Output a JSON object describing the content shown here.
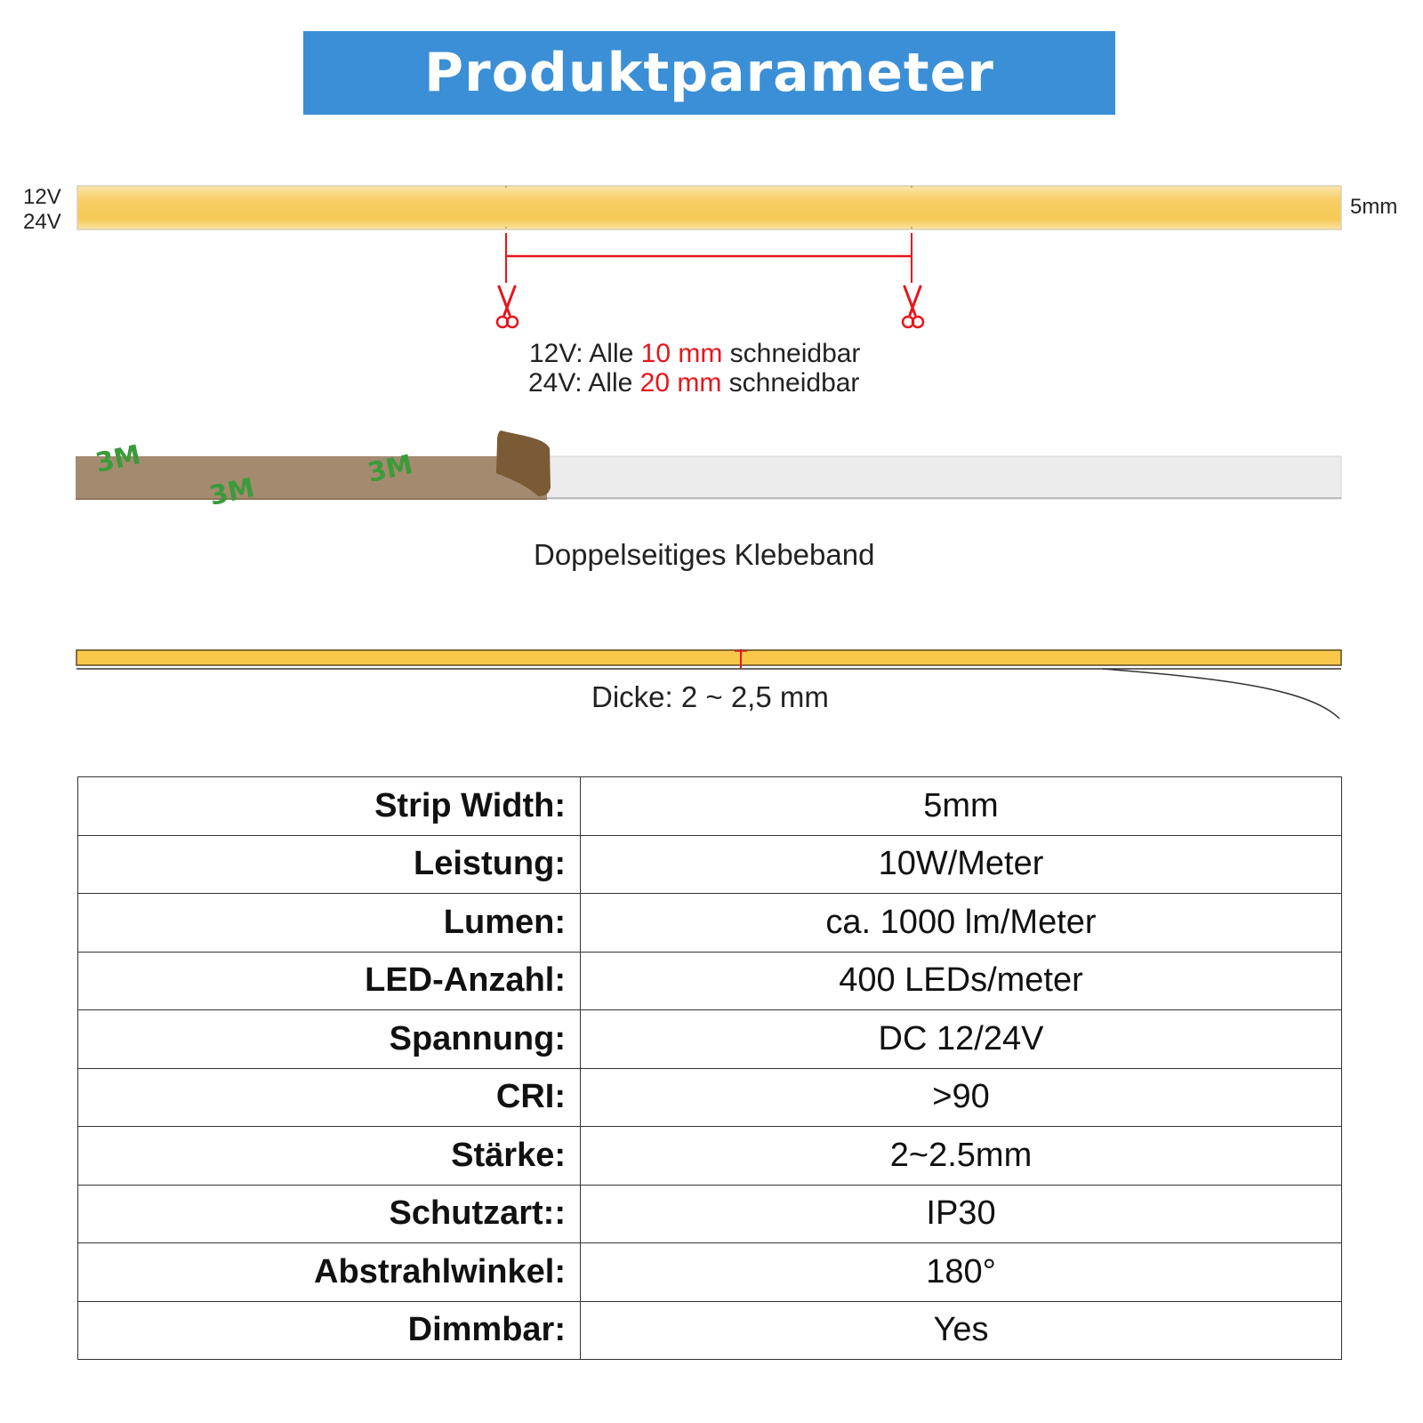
{
  "title": "Produktparameter",
  "colors": {
    "banner": "#3b8fd6",
    "strip": "#f7c95a",
    "cut_marker": "#e8141a",
    "adhesive": "#a48b70",
    "backing_flap": "#7a5b35",
    "brand_green": "#3b9b3b"
  },
  "strip_diagram": {
    "voltages": [
      "12V",
      "24V"
    ],
    "width_label": "5mm",
    "cut_icons": [
      "scissors-icon",
      "scissors-icon"
    ],
    "cut_info": [
      {
        "prefix": "12V: Alle ",
        "distance": "10 mm",
        "suffix": " schneidbar"
      },
      {
        "prefix": "24V: Alle ",
        "distance": "20 mm",
        "suffix": " schneidbar"
      }
    ]
  },
  "tape_diagram": {
    "brand_marks": [
      "3M",
      "3M",
      "3M"
    ],
    "caption": "Doppelseitiges Klebeband"
  },
  "thickness_diagram": {
    "caption": "Dicke: 2 ~ 2,5 mm"
  },
  "specs": [
    {
      "label": "Strip Width:",
      "value": "5mm"
    },
    {
      "label": "Leistung:",
      "value": "10W/Meter"
    },
    {
      "label": "Lumen:",
      "value": "ca. 1000 lm/Meter"
    },
    {
      "label": "LED-Anzahl:",
      "value": "400 LEDs/meter"
    },
    {
      "label": "Spannung:",
      "value": "DC 12/24V"
    },
    {
      "label": "CRI:",
      "value": ">90"
    },
    {
      "label": "Stärke:",
      "value": "2~2.5mm"
    },
    {
      "label": "Schutzart::",
      "value": "IP30"
    },
    {
      "label": "Abstrahlwinkel:",
      "value": "180°"
    },
    {
      "label": "Dimmbar:",
      "value": "Yes"
    }
  ]
}
